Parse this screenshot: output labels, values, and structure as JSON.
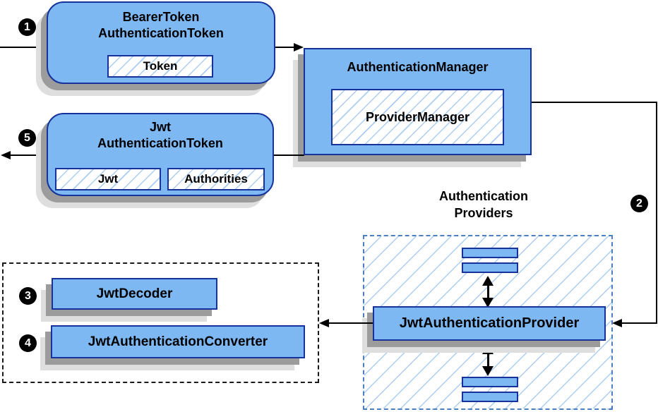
{
  "steps": {
    "s1": "1",
    "s2": "2",
    "s3": "3",
    "s4": "4",
    "s5": "5"
  },
  "bearer_box": {
    "title_line1": "BearerToken",
    "title_line2": "AuthenticationToken",
    "chip": "Token"
  },
  "auth_manager": {
    "title": "AuthenticationManager",
    "chip": "ProviderManager"
  },
  "jwt_token_box": {
    "title_line1": "Jwt",
    "title_line2": "AuthenticationToken",
    "chip_jwt": "Jwt",
    "chip_authorities": "Authorities"
  },
  "providers_group": {
    "label_line1": "Authentication",
    "label_line2": "Providers",
    "provider": "JwtAuthenticationProvider"
  },
  "decoder_box": {
    "label": "JwtDecoder"
  },
  "converter_box": {
    "label": "JwtAuthenticationConverter"
  },
  "colors": {
    "node_fill": "#7db8f2",
    "node_border": "#16339b",
    "hatch_line": "#a9cdf2",
    "dashed_blue_border": "#4c7fc0",
    "black_dashed_border": "#1a1a1a",
    "shadow_dark": "#9c9c9c",
    "shadow_light": "#dedede",
    "step_badge_bg": "#000000",
    "step_badge_text": "#ffffff"
  }
}
